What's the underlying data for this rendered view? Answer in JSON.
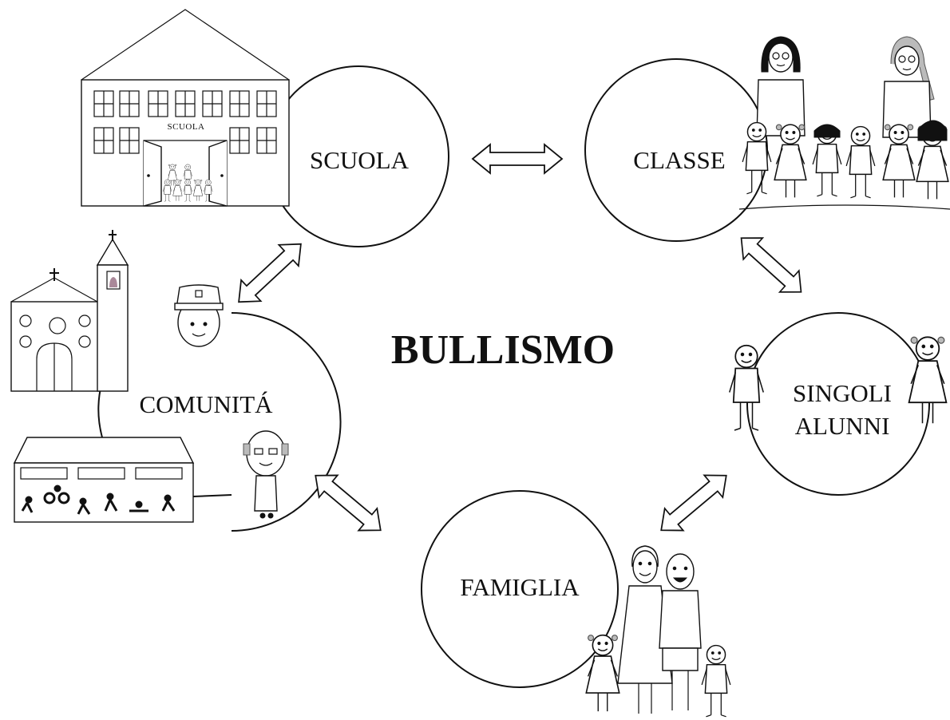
{
  "title": "BULLISMO",
  "nodes": [
    {
      "id": "scuola",
      "label": "SCUOLA"
    },
    {
      "id": "classe",
      "label": "CLASSE"
    },
    {
      "id": "singoli",
      "label_lines": [
        "SINGOLI",
        "ALUNNI"
      ]
    },
    {
      "id": "famiglia",
      "label": "FAMIGLIA"
    },
    {
      "id": "comunita",
      "label": "COMUNITÁ"
    }
  ],
  "school_sign": "SCUOLA",
  "icons": [
    "school-building-icon",
    "teachers-and-pupils-icon",
    "child-boy-icon",
    "child-girl-icon",
    "family-icon",
    "church-icon",
    "police-officer-icon",
    "elderly-man-icon",
    "sports-hall-icon"
  ]
}
